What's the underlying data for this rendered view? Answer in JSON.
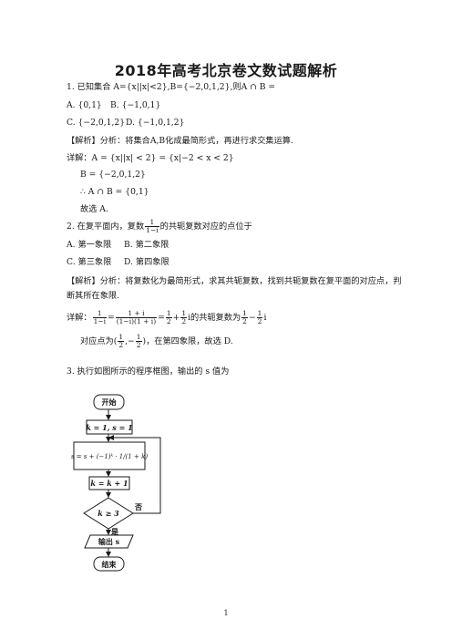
{
  "title": "2018年高考北京卷文数试题解析",
  "q1": {
    "stem": "1. 已知集合 A={x||x|<2},B={−2,0,1,2},则A ∩ B =",
    "optA": "A. {0,1}",
    "optB": "B. {−1,0,1}",
    "optC": "C. {−2,0,1,2}",
    "optD": "D. {−1,0,1,2}",
    "analysis": "【解析】分析：将集合A,B化成最简形式，再进行求交集运算.",
    "detail1": "详解：A = {x||x| < 2} = {x|−2 < x < 2}",
    "detail2": "B = {−2,0,1,2}",
    "detail3": "∴ A ∩ B = {0,1}",
    "answer": "故选 A."
  },
  "q2": {
    "stem_pre": "2. 在复平面内，复数",
    "stem_frac_n": "1",
    "stem_frac_d": "1−i",
    "stem_post": "的共轭复数对应的点位于",
    "optA": "A. 第一象限",
    "optB": "B. 第二象限",
    "optC": "C. 第三象限",
    "optD": "D. 第四象限",
    "analysis1": "【解析】分析：将复数化为最简形式，求其共轭复数，找到共轭复数在复平面的对应点，判",
    "analysis2": "断其所在象限.",
    "detail_pre": "详解：",
    "f1n": "1",
    "f1d": "1−i",
    "eq": "=",
    "f2n": "1 + i",
    "f2d": "(1−i)(1 + i)",
    "f3n": "1",
    "f3d": "2",
    "plus": "+",
    "f4n": "1",
    "f4d": "2",
    "mid": "i的共轭复数为",
    "f5n": "1",
    "f5d": "2",
    "minus": "−",
    "f6n": "1",
    "f6d": "2",
    "tail": "i",
    "point_pre": "对应点为(",
    "p1n": "1",
    "p1d": "2",
    "comma": ",−",
    "p2n": "1",
    "p2d": "2",
    "point_post": ")，在第四象限，故选 D."
  },
  "q3": {
    "stem": "3. 执行如图所示的程序框图，输出的 s 值为"
  },
  "flowchart": {
    "start": "开始",
    "init": "k = 1, s = 1",
    "update_s": "s = s + (−1)ᵏ · 1/(1 + k)",
    "update_k": "k = k + 1",
    "cond": "k ≥ 3",
    "no": "否",
    "yes": "是",
    "output": "输出 s",
    "end": "结束"
  },
  "page_number": "1"
}
